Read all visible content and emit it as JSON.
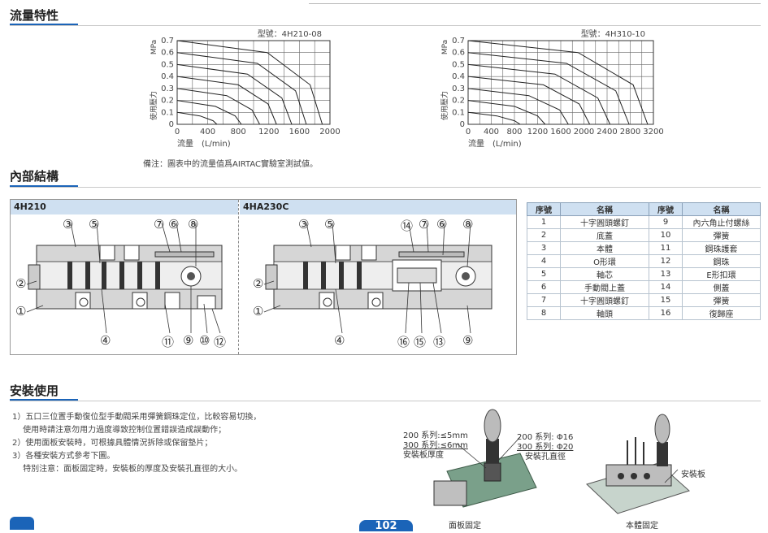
{
  "sections": {
    "flow_title": "流量特性",
    "internal_title": "內部結構",
    "install_title": "安裝使用"
  },
  "chart_note": "備注：圖表中的流量值爲AIRTAC實驗室測試値。",
  "chart_data": [
    {
      "type": "line",
      "title": "型號：4H210-08",
      "xlabel": "流量　(L/min)",
      "ylabel": "使用壓力",
      "yunit": "MPa",
      "xticks": [
        "0",
        "400",
        "800",
        "1200",
        "1600",
        "2000"
      ],
      "yticks": [
        "0",
        "0.1",
        "0.2",
        "0.3",
        "0.4",
        "0.5",
        "0.6",
        "0.7"
      ],
      "xlim": [
        0,
        2000
      ],
      "ylim": [
        0,
        0.7
      ],
      "grid": true,
      "series": [
        {
          "values": [
            [
              0,
              0.1
            ],
            [
              300,
              0.07
            ],
            [
              470,
              0.03
            ],
            [
              520,
              0
            ]
          ]
        },
        {
          "values": [
            [
              0,
              0.2
            ],
            [
              500,
              0.15
            ],
            [
              760,
              0.07
            ],
            [
              840,
              0
            ]
          ]
        },
        {
          "values": [
            [
              0,
              0.3
            ],
            [
              650,
              0.24
            ],
            [
              980,
              0.12
            ],
            [
              1080,
              0
            ]
          ]
        },
        {
          "values": [
            [
              0,
              0.4
            ],
            [
              800,
              0.33
            ],
            [
              1190,
              0.17
            ],
            [
              1300,
              0
            ]
          ]
        },
        {
          "values": [
            [
              0,
              0.5
            ],
            [
              920,
              0.42
            ],
            [
              1370,
              0.22
            ],
            [
              1500,
              0
            ]
          ]
        },
        {
          "values": [
            [
              0,
              0.6
            ],
            [
              1050,
              0.51
            ],
            [
              1550,
              0.28
            ],
            [
              1690,
              0
            ]
          ]
        },
        {
          "values": [
            [
              0,
              0.7
            ],
            [
              1180,
              0.6
            ],
            [
              1740,
              0.33
            ],
            [
              1900,
              0
            ]
          ]
        }
      ]
    },
    {
      "type": "line",
      "title": "型號：4H310-10",
      "xlabel": "流量　(L/min)",
      "ylabel": "使用壓力",
      "yunit": "MPa",
      "xticks": [
        "0",
        "400",
        "800",
        "1200",
        "1600",
        "2000",
        "2400",
        "2800",
        "3200"
      ],
      "yticks": [
        "0",
        "0.1",
        "0.2",
        "0.3",
        "0.4",
        "0.5",
        "0.6",
        "0.7"
      ],
      "xlim": [
        0,
        3200
      ],
      "ylim": [
        0,
        0.7
      ],
      "grid": true,
      "series": [
        {
          "values": [
            [
              0,
              0.1
            ],
            [
              500,
              0.07
            ],
            [
              800,
              0.03
            ],
            [
              900,
              0
            ]
          ]
        },
        {
          "values": [
            [
              0,
              0.2
            ],
            [
              800,
              0.15
            ],
            [
              1200,
              0.07
            ],
            [
              1330,
              0
            ]
          ]
        },
        {
          "values": [
            [
              0,
              0.3
            ],
            [
              1050,
              0.24
            ],
            [
              1580,
              0.12
            ],
            [
              1730,
              0
            ]
          ]
        },
        {
          "values": [
            [
              0,
              0.4
            ],
            [
              1300,
              0.33
            ],
            [
              1920,
              0.17
            ],
            [
              2100,
              0
            ]
          ]
        },
        {
          "values": [
            [
              0,
              0.5
            ],
            [
              1500,
              0.42
            ],
            [
              2240,
              0.22
            ],
            [
              2450,
              0
            ]
          ]
        },
        {
          "values": [
            [
              0,
              0.6
            ],
            [
              1700,
              0.51
            ],
            [
              2550,
              0.28
            ],
            [
              2780,
              0
            ]
          ]
        },
        {
          "values": [
            [
              0,
              0.7
            ],
            [
              1900,
              0.6
            ],
            [
              2850,
              0.33
            ],
            [
              3100,
              0
            ]
          ]
        }
      ]
    }
  ],
  "diagrams": {
    "left_model": "4H210",
    "right_model": "4HA230C",
    "left_callouts": [
      "③",
      "⑤",
      "⑦",
      "⑥",
      "⑧",
      "②",
      "①",
      "④",
      "⑪",
      "⑨",
      "⑩",
      "⑫"
    ],
    "right_callouts": [
      "③",
      "⑤",
      "⑭",
      "⑦",
      "⑥",
      "⑧",
      "②",
      "①",
      "④",
      "⑯",
      "⑮",
      "⑬",
      "⑨"
    ]
  },
  "parts_table": {
    "headers": [
      "序號",
      "名稱",
      "序號",
      "名稱"
    ],
    "rows": [
      [
        "1",
        "十字圓頭螺釘",
        "9",
        "內六角止付螺絲"
      ],
      [
        "2",
        "底蓋",
        "10",
        "彈簧"
      ],
      [
        "3",
        "本體",
        "11",
        "鋼珠護套"
      ],
      [
        "4",
        "O形環",
        "12",
        "鋼珠"
      ],
      [
        "5",
        "軸芯",
        "13",
        "E形扣環"
      ],
      [
        "6",
        "手動閥上蓋",
        "14",
        "側蓋"
      ],
      [
        "7",
        "十字圓頭螺釘",
        "15",
        "彈簧"
      ],
      [
        "8",
        "軸頭",
        "16",
        "復歸座"
      ]
    ]
  },
  "install": {
    "items": [
      "1）五口三位置手動復位型手動閥采用彈簧鋼珠定位，比較容易切換，",
      "　 使用時請注意勿用力過度導致控制位置錯誤造成誤動作；",
      "2）使用面板安裝時，可根據具體情況拆除或保留墊片；",
      "3）各種安裝方式參考下圖。",
      "　 特別注意：面板固定時，安裝板的厚度及安裝孔直徑的大小。"
    ],
    "thickness_200": "200 系列:≤5mm",
    "thickness_300": "300 系列:≤6mm",
    "thickness_label": "安裝板厚度",
    "hole_200": "200 系列: Φ16",
    "hole_300": "300 系列: Φ20",
    "hole_label": "安裝孔直徑",
    "plate_label": "安裝板",
    "panel_mount": "面板固定",
    "body_mount": "本體固定"
  },
  "page_number": "102",
  "colors": {
    "accent": "#1b64b8",
    "header_fill": "#cfe0f1",
    "page_tab": "#1b64b8"
  }
}
